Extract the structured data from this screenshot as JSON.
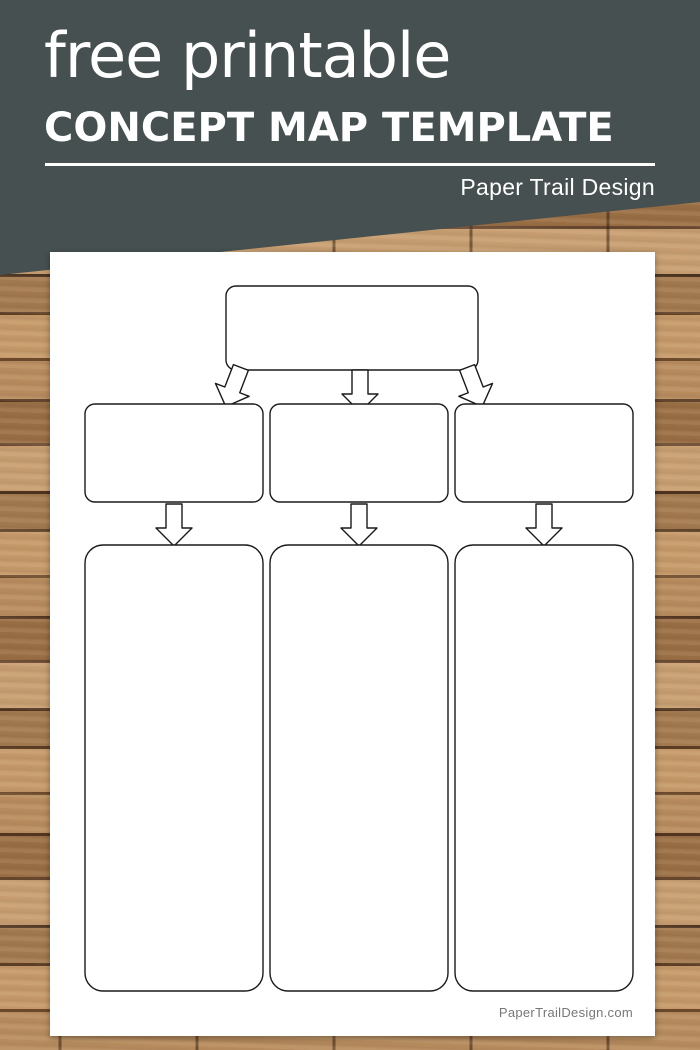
{
  "header": {
    "title_line1": "free printable",
    "title_line2": "CONCEPT MAP TEMPLATE",
    "brand": "Paper Trail Design",
    "banner_color": "#465050"
  },
  "template": {
    "footer_url": "PaperTrailDesign.com",
    "line_color": "#1a1a1a",
    "paper_color": "#ffffff"
  }
}
